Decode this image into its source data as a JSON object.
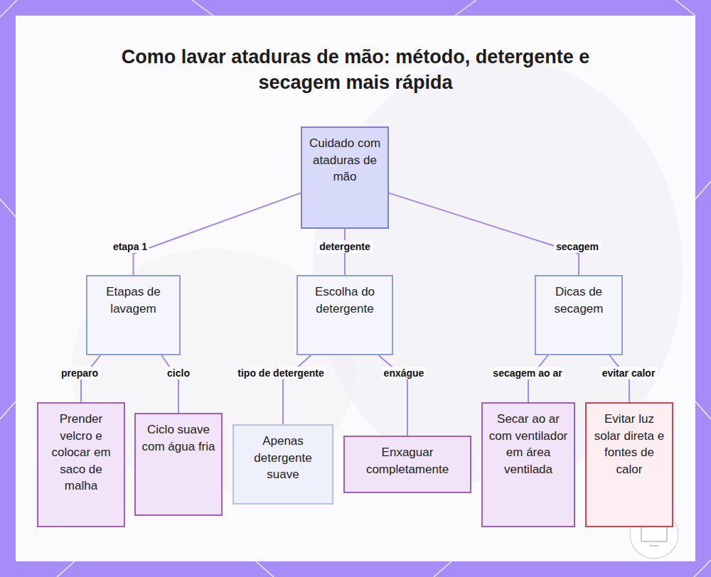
{
  "diagram": {
    "title": "Como lavar ataduras de mão: método, detergente e secagem mais rápida",
    "nodes": [
      {
        "text": [
          "Cuidado com ataduras de mão"
        ]
      },
      {
        "text": [
          "Etapas de lavagem"
        ]
      },
      {
        "text": [
          "Escolha do detergente"
        ]
      },
      {
        "text": [
          "Dicas de secagem"
        ]
      },
      {
        "text": [
          "Prender velcro e colocar em saco de malha"
        ]
      },
      {
        "text": [
          "Ciclo suave com água fria"
        ]
      },
      {
        "text": [
          "Apenas detergente suave"
        ]
      },
      {
        "text": [
          "Enxaguar completamente"
        ]
      },
      {
        "text": [
          "Secar ao ar com ventilador em área ventilada"
        ]
      },
      {
        "text": [
          "Evitar luz solar direta e fontes de calor"
        ]
      }
    ],
    "edges": [
      {
        "from": 0,
        "to": 1,
        "label": "etapa 1",
        "arrow": "none"
      },
      {
        "from": 0,
        "to": 2,
        "label": "detergente",
        "arrow": "none"
      },
      {
        "from": 0,
        "to": 3,
        "label": "secagem",
        "arrow": "none"
      },
      {
        "from": 1,
        "to": 4,
        "label": "preparo",
        "arrow": "none"
      },
      {
        "from": 1,
        "to": 5,
        "label": "ciclo",
        "arrow": "none"
      },
      {
        "from": 2,
        "to": 6,
        "label": "tipo de detergente",
        "arrow": "none"
      },
      {
        "from": 2,
        "to": 7,
        "label": "enxágue",
        "arrow": "none"
      },
      {
        "from": 3,
        "to": 8,
        "label": "secagem ao ar",
        "arrow": "none"
      },
      {
        "from": 3,
        "to": 9,
        "label": "evitar calor",
        "arrow": "none"
      }
    ]
  }
}
